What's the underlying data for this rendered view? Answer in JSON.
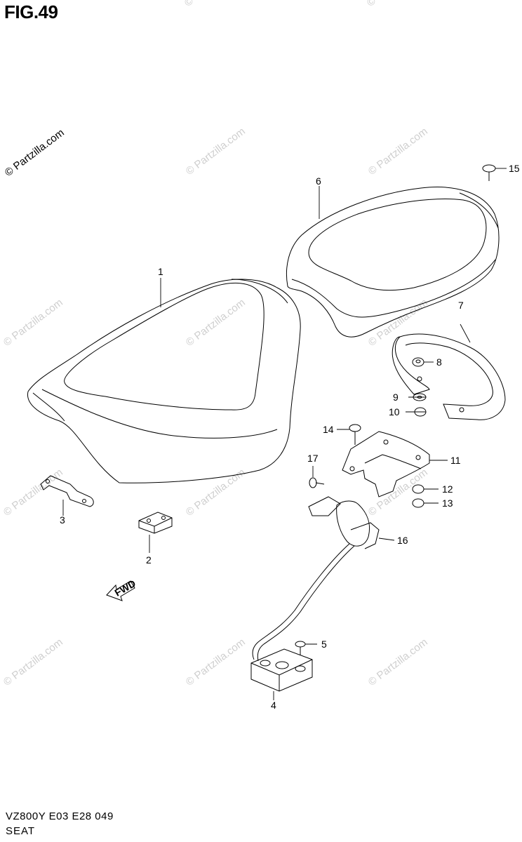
{
  "figure": {
    "title": "FIG.49"
  },
  "footer": {
    "code": "VZ800Y E03 E28  049",
    "caption": "SEAT"
  },
  "watermark": {
    "text": "© Partzilla.com"
  },
  "callouts": [
    {
      "id": "1",
      "label": "1"
    },
    {
      "id": "2",
      "label": "2"
    },
    {
      "id": "3",
      "label": "3"
    },
    {
      "id": "4",
      "label": "4"
    },
    {
      "id": "5",
      "label": "5"
    },
    {
      "id": "6",
      "label": "6"
    },
    {
      "id": "7",
      "label": "7"
    },
    {
      "id": "8",
      "label": "8"
    },
    {
      "id": "9",
      "label": "9"
    },
    {
      "id": "10",
      "label": "10"
    },
    {
      "id": "11",
      "label": "11"
    },
    {
      "id": "12",
      "label": "12"
    },
    {
      "id": "13",
      "label": "13"
    },
    {
      "id": "14",
      "label": "14"
    },
    {
      "id": "15",
      "label": "15"
    },
    {
      "id": "16",
      "label": "16"
    },
    {
      "id": "17",
      "label": "17"
    }
  ],
  "fwd_arrow": {
    "label": "FWD"
  }
}
